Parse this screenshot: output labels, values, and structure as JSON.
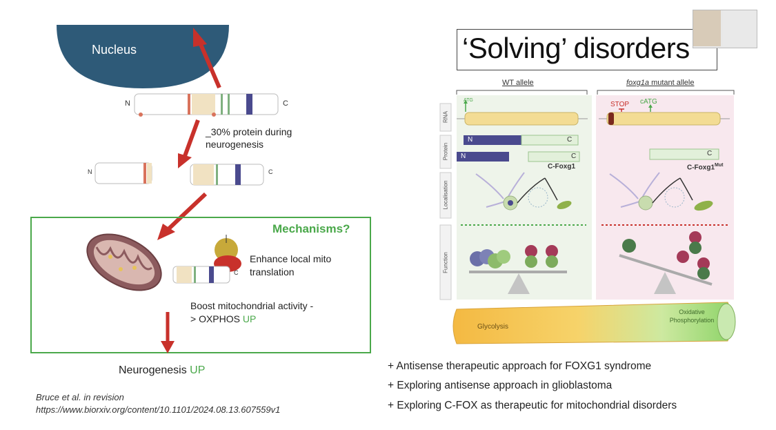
{
  "left_figure": {
    "nucleus_label": "Nucleus",
    "protein_labels": {
      "n": "N",
      "c": "C"
    },
    "protein_note": "_30% protein during neurogenesis",
    "mechanisms_title": "Mechanisms?",
    "enhance_text": "Enhance local mito translation",
    "boost_text_prefix": "Boost mitochondrial activity -> OXPHOS ",
    "boost_text_up": "UP",
    "neurogenesis_prefix": "Neurogenesis ",
    "neurogenesis_up": "UP"
  },
  "citation": {
    "line1": "Bruce et al. in revision",
    "line2": "https://www.biorxiv.org/content/10.1101/2024.08.13.607559v1"
  },
  "right_figure": {
    "title": "‘Solving’ disorders",
    "wt_header": "WT allele",
    "mutant_header_italic": "foxg1a",
    "mutant_header_rest": " mutant allele",
    "row_labels": [
      "RNA",
      "Protein",
      "Localisation",
      "Function"
    ],
    "atg_label": "ATG",
    "stop_label": "STOP",
    "catg_label": "cATG",
    "c_foxg1_label": "C-Foxg1",
    "c_foxg1_mut_label": "C-Foxg1",
    "mut_superscript": "Mut",
    "glycolysis_label": "Glycolysis",
    "oxphos_label": "Oxidative Phosphorylation"
  },
  "bullets": [
    "+ Antisense therapeutic approach for FOXG1 syndrome",
    "+ Exploring antisense approach in glioblastoma",
    "+ Exploring C-FOX as therapeutic for mitochondrial disorders"
  ],
  "colors": {
    "nucleus": "#2e5a78",
    "arrow": "#c8312b",
    "mechanism_green": "#4aa84a",
    "wt_panel": "#eef4ea",
    "mut_panel": "#f8e8ee",
    "protein_blue": "#4a4a8e",
    "rna_yellow": "#f3dc94"
  }
}
